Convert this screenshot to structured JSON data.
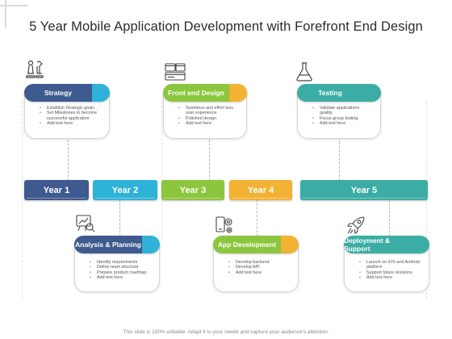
{
  "title": "5 Year Mobile Application Development with Forefront End Design",
  "footer": "This slide is 100% editable. Adapt it to your needs and capture your audience's attention.",
  "colors": {
    "navy": "#3e5a8e",
    "cyan": "#2fb2d8",
    "green": "#8cc63e",
    "orange": "#f2b233",
    "teal": "#3bada4",
    "line": "#b5b5b5"
  },
  "years": [
    "Year 1",
    "Year 2",
    "Year 3",
    "Year 4",
    "Year 5"
  ],
  "top_cards": [
    {
      "icon": "chess-icon",
      "title": "Strategy",
      "items": [
        "Establish Strategic goals",
        "Set Milestones to become successful application",
        "Add text here"
      ]
    },
    {
      "icon": "browser-windows-icon",
      "title": "Front end Design",
      "items": [
        "Seamless and effort less user experience",
        "Polished design",
        "Add text here"
      ]
    },
    {
      "icon": "flask-icon",
      "title": "Testing",
      "items": [
        "Validate applications quality",
        "Focus group testing",
        "Add text here"
      ]
    }
  ],
  "bottom_cards": [
    {
      "icon": "analysis-board-icon",
      "title": "Analysis & Planning",
      "items": [
        "Identify requirements",
        "Define team structure",
        "Prepare product roadmap",
        "Add text here"
      ]
    },
    {
      "icon": "app-development-icon",
      "title": "App Development",
      "items": [
        "Develop backend",
        "Develop API",
        "Add text here"
      ]
    },
    {
      "icon": "rocket-icon",
      "title": "Deployment & Support",
      "items": [
        "Launch on iOS and Android platform",
        "Support future revisions",
        "Add text here"
      ]
    }
  ]
}
